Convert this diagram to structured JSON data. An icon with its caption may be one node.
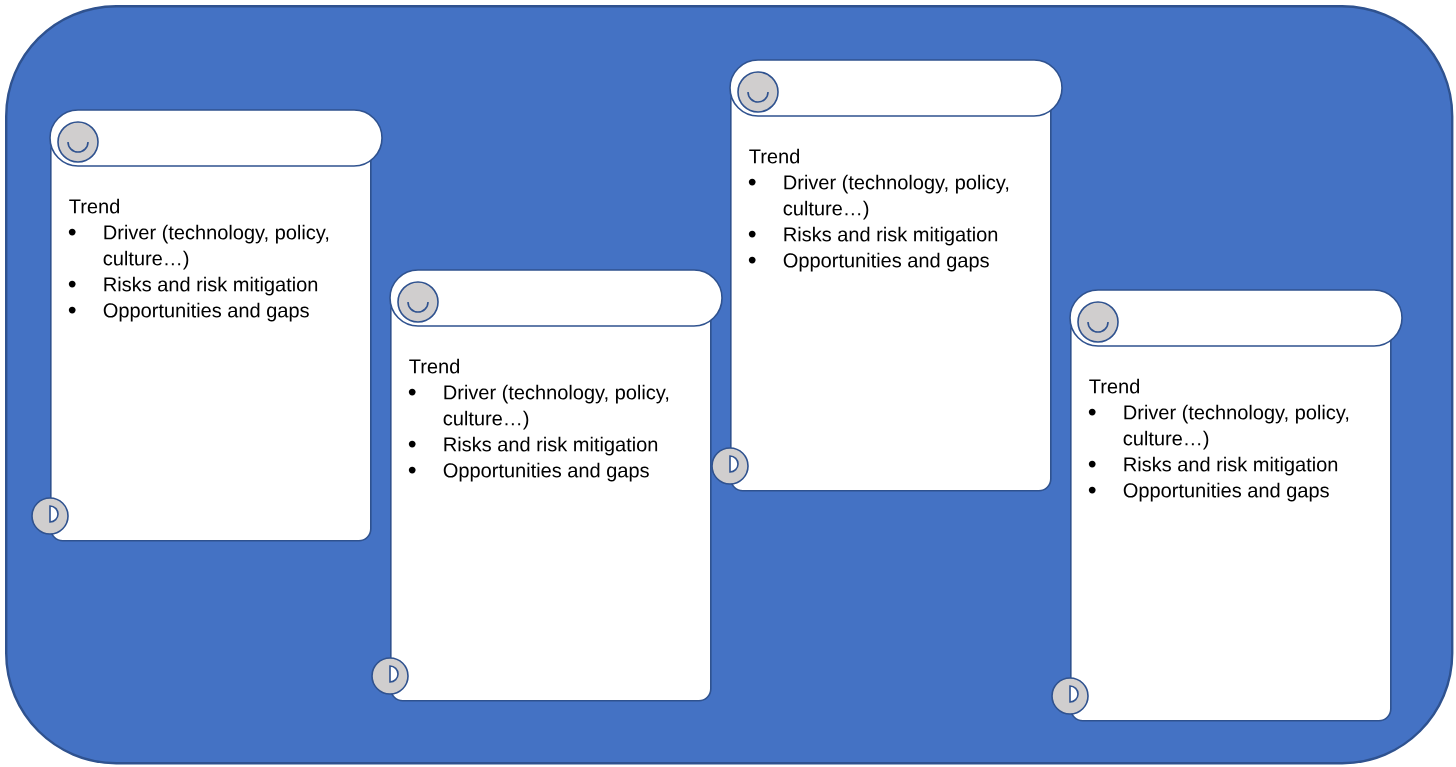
{
  "diagram": {
    "nodes": [
      {
        "text": [],
        "shape": "box"
      },
      {
        "text": [
          "Trend",
          "Driver (technology, policy, culture…)",
          "Risks and risk mitigation",
          "Opportunities and gaps"
        ],
        "in": 0
      },
      {
        "text": [
          "Trend",
          "Driver (technology, policy, culture…)",
          "Risks and risk mitigation",
          "Opportunities and gaps"
        ],
        "in": 0
      },
      {
        "text": [
          "Trend",
          "Driver (technology, policy, culture…)",
          "Risks and risk mitigation",
          "Opportunities and gaps"
        ],
        "in": 0
      },
      {
        "text": [
          "Trend",
          "Driver (technology, policy, culture…)",
          "Risks and risk mitigation",
          "Opportunities and gaps"
        ],
        "in": 0
      }
    ]
  }
}
